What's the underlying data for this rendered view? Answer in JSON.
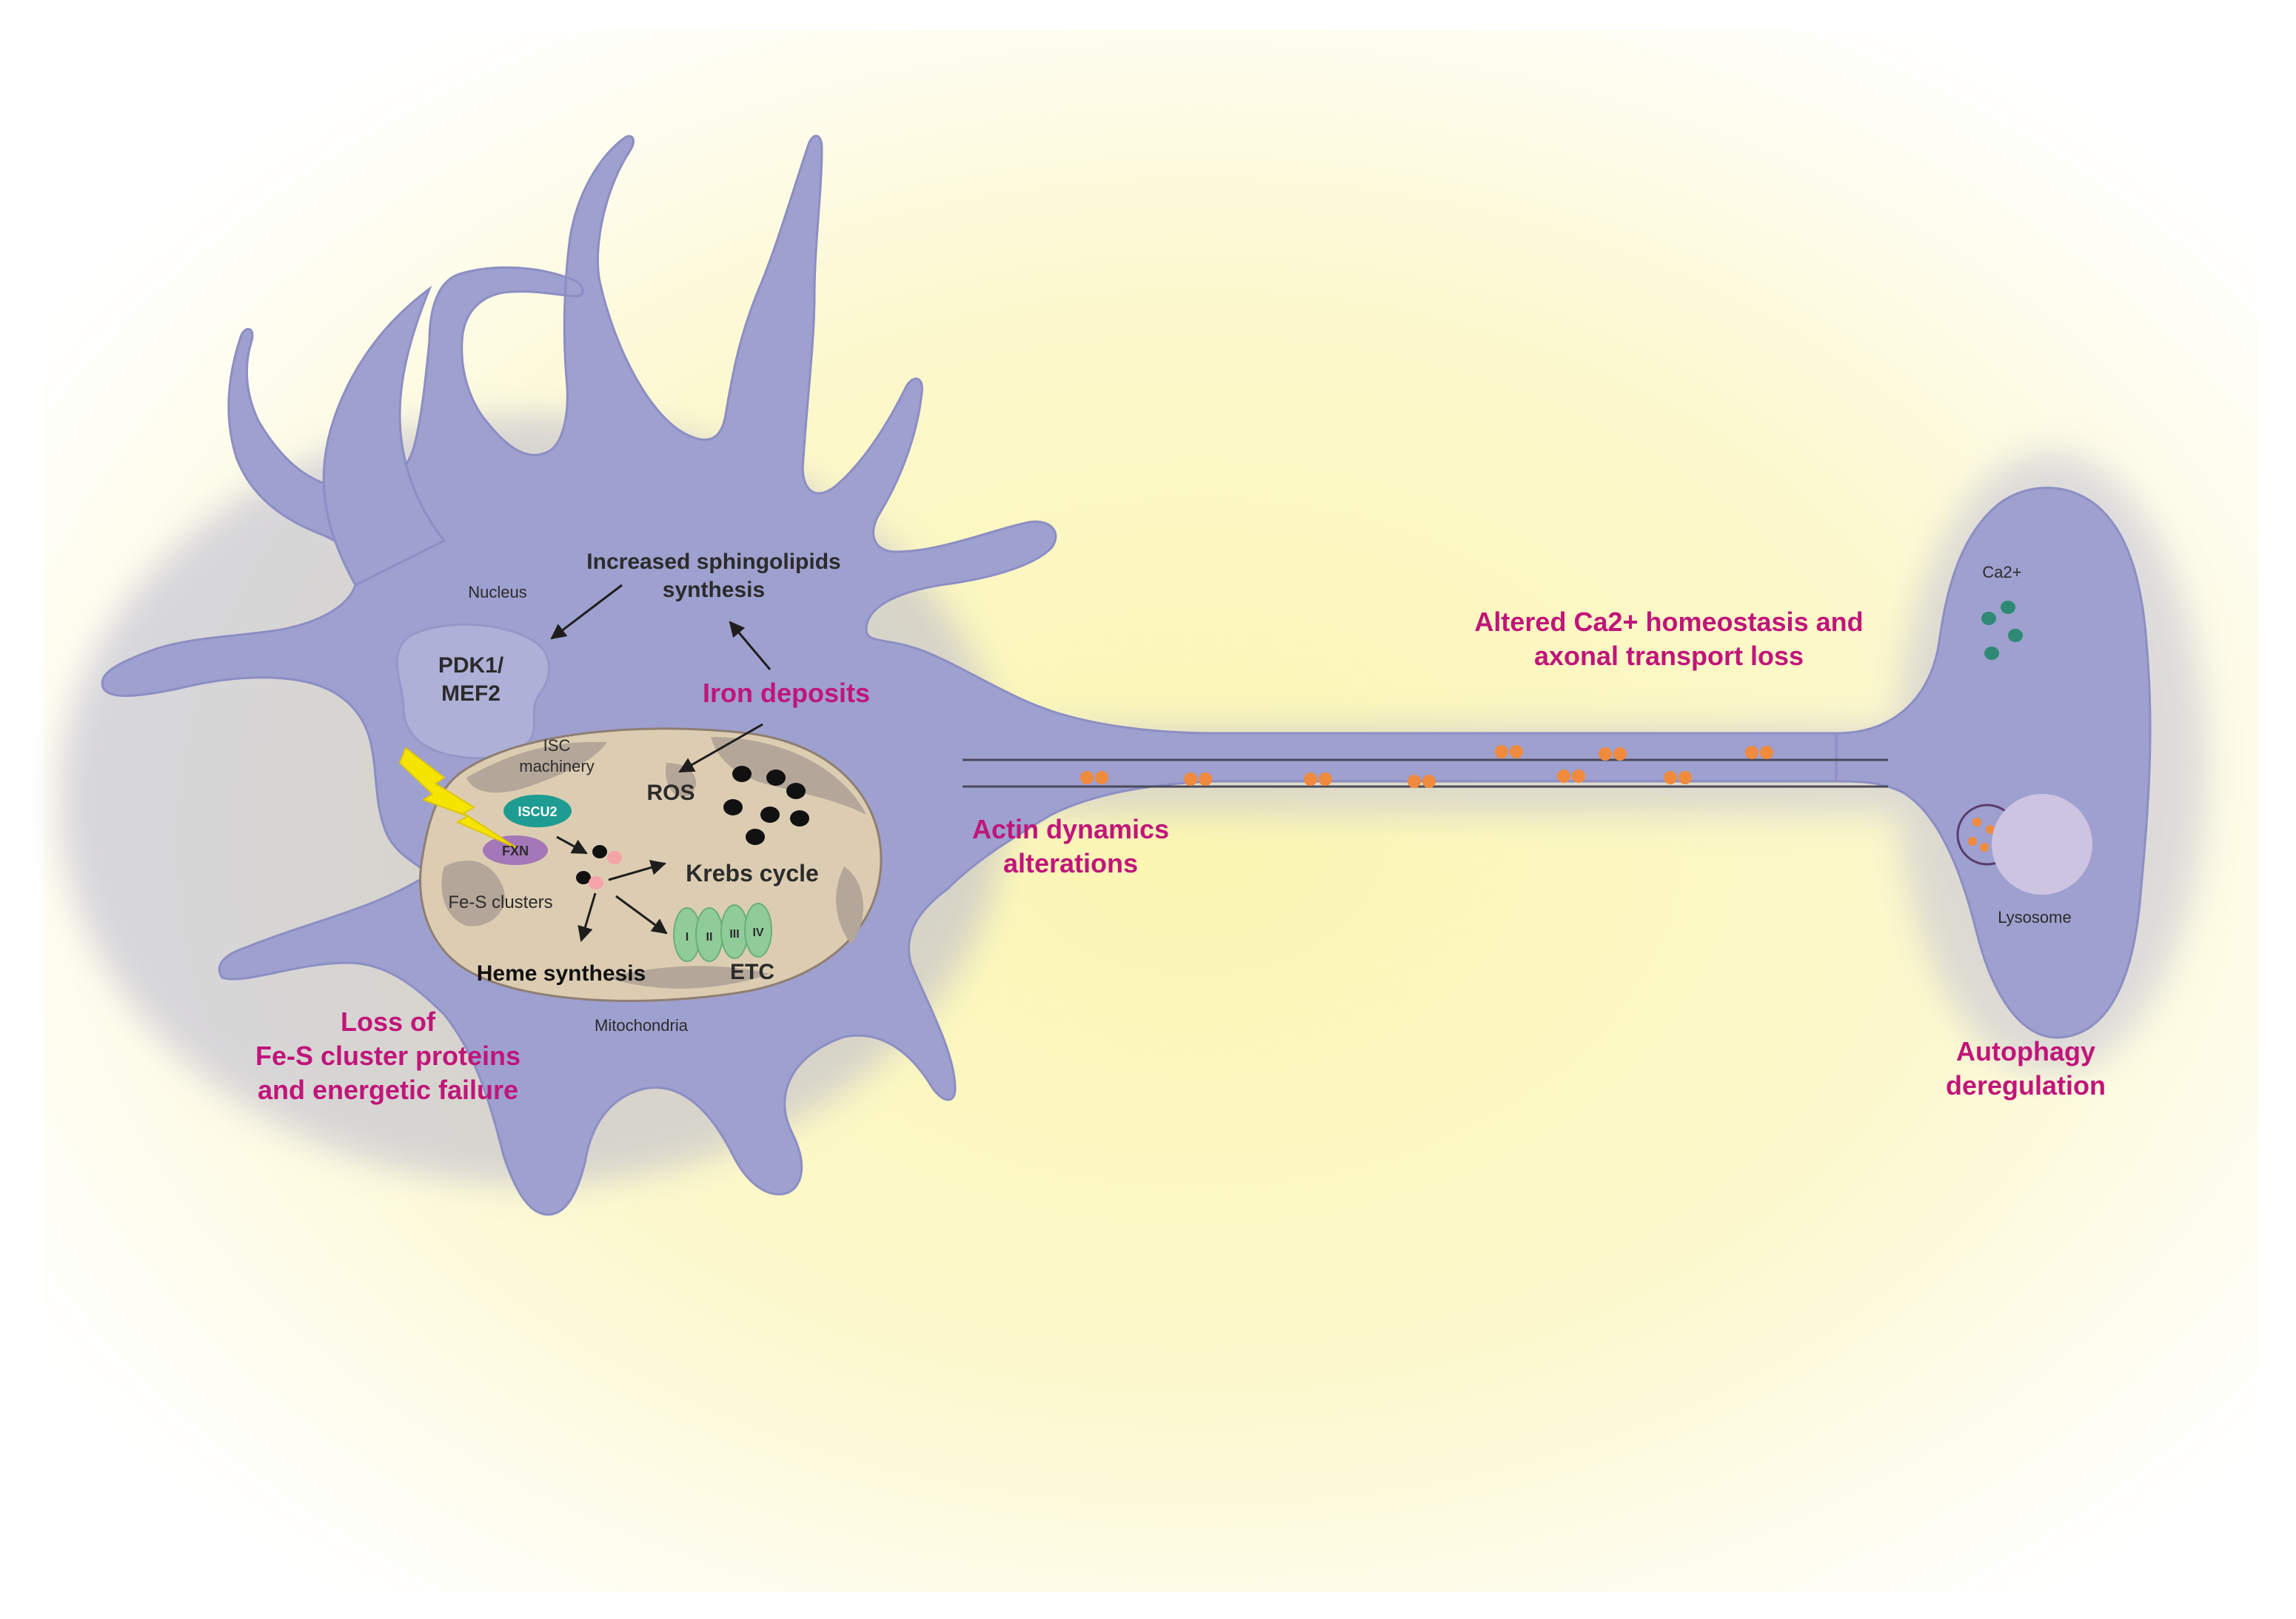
{
  "colors": {
    "neuron": "#9ea0cf",
    "neuron_edge": "#8c8ec4",
    "nucleus": "#aeb0d8",
    "mitochondria": "#dccdb2",
    "mito_patch": "#b4a698",
    "pink_text": "#c0157a",
    "dark_text": "#2b2b2b",
    "orange": "#f08a3c",
    "teal": "#2e8a74",
    "lysosome": "#cdc4e2",
    "etc_green": "#8fcc9a",
    "iscu2": "#1f9c92",
    "fxn": "#a377b8",
    "lightning": "#f5e400"
  },
  "labels": {
    "nucleus": "Nucleus",
    "pdk1": "PDK1/",
    "mef2": "MEF2",
    "sphingo_line1": "Increased sphingolipids",
    "sphingo_line2": "synthesis",
    "iron_deposits": "Iron deposits",
    "isc_line1": "ISC",
    "isc_line2": "machinery",
    "ros": "ROS",
    "iscu2": "ISCU2",
    "fxn": "FXN",
    "krebs": "Krebs cycle",
    "fes_clusters": "Fe-S clusters",
    "heme": "Heme synthesis",
    "etc": "ETC",
    "mitochondria": "Mitochondria",
    "etc_complexes": [
      "I",
      "II",
      "III",
      "IV"
    ],
    "loss_line1": "Loss of",
    "loss_line2": "Fe-S cluster proteins",
    "loss_line3": "and energetic failure",
    "actin_line1": "Actin dynamics",
    "actin_line2": "alterations",
    "ca_line1": "Altered Ca2+ homeostasis and",
    "ca_line2": "axonal transport loss",
    "ca2": "Ca2+",
    "lysosome": "Lysosome",
    "autophagy_line1": "Autophagy",
    "autophagy_line2": "deregulation"
  }
}
